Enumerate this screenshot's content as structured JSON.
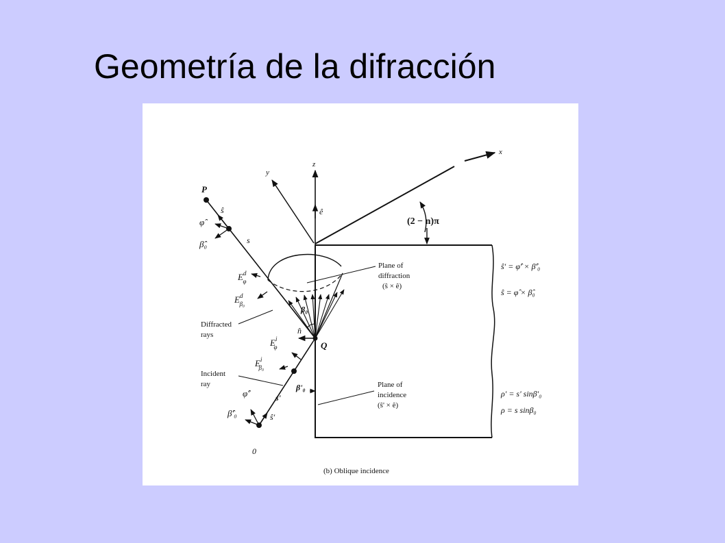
{
  "slide": {
    "title": "Geometría de la difracción"
  },
  "figure": {
    "caption": "(b)  Oblique incidence",
    "axes": {
      "x": "x",
      "y": "y",
      "z": "z"
    },
    "unit_vector_e": "ê",
    "point_P": "P",
    "point_O": "0",
    "point_Q": "Q",
    "path_s": "s",
    "path_s_inc": "s'",
    "angle_wedge": "(2 − n)π",
    "phi_hat": "φ̂",
    "s_hat": "ŝ",
    "beta0_hat": "β̂₀",
    "phi_hat_inc": "φ̂'",
    "s_hat_inc": "ŝ'",
    "beta0_hat_inc": "β̂'₀",
    "n_hat": "n̂",
    "beta0": "β₀",
    "beta0_inc": "β'₀",
    "E_phi_d": "E",
    "E_phi_d_sup": "d",
    "E_phi_d_sub": "φ",
    "E_beta_d": "E",
    "E_beta_d_sup": "d",
    "E_beta_d_sub": "β₀",
    "E_phi_i": "E",
    "E_phi_i_sup": "i",
    "E_phi_i_sub": "φ",
    "E_beta_i": "E",
    "E_beta_i_sup": "i",
    "E_beta_i_sub": "β₀",
    "diffraction_plane": [
      "Plane of",
      "diffraction",
      "(ŝ × ê)"
    ],
    "incidence_plane": [
      "Plane of",
      "incidence",
      "(ŝ' × ê)"
    ],
    "diffracted_rays": [
      "Diffracted",
      "rays"
    ],
    "incident_ray": [
      "Incident",
      "ray"
    ],
    "eq1": "ŝ' = φ̂' × β̂'₀",
    "eq2": "ŝ = φ̂ × β̂₀",
    "eq3": "ρ' = s' sinβ'₀",
    "eq4": "ρ = s sinβ₀"
  }
}
